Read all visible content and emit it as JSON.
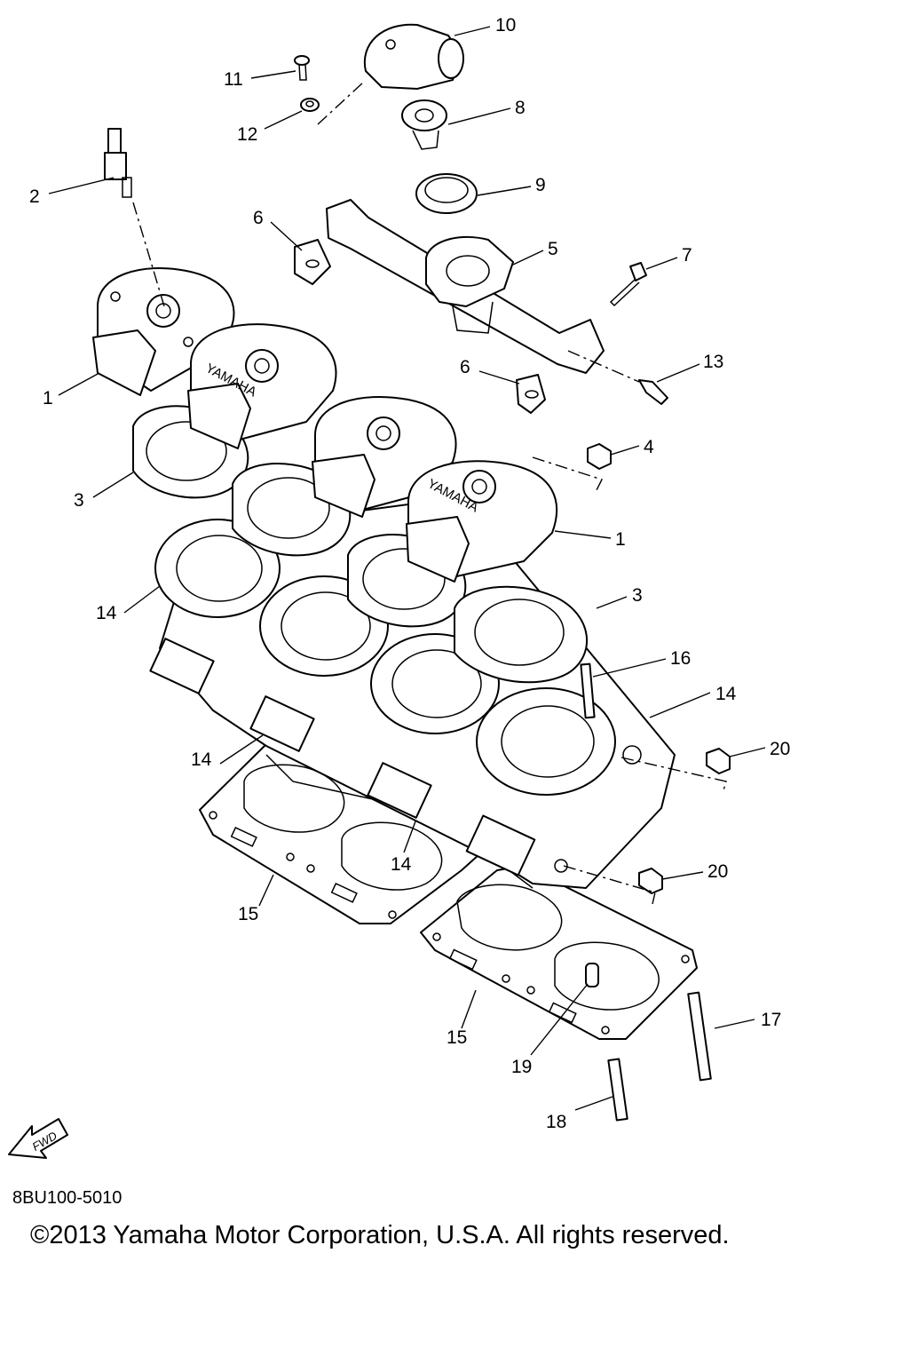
{
  "diagram": {
    "reference_code": "8BU100-5010",
    "copyright": "©2013 Yamaha Motor Corporation, U.S.A. All rights reserved.",
    "brand_mark": "YAMAHA",
    "fwd_label": "FWD",
    "callouts": [
      {
        "key": "c10",
        "text": "10"
      },
      {
        "key": "c11",
        "text": "11"
      },
      {
        "key": "c8",
        "text": "8"
      },
      {
        "key": "c12",
        "text": "12"
      },
      {
        "key": "c2",
        "text": "2"
      },
      {
        "key": "c9",
        "text": "9"
      },
      {
        "key": "c6a",
        "text": "6"
      },
      {
        "key": "c5",
        "text": "5"
      },
      {
        "key": "c7",
        "text": "7"
      },
      {
        "key": "c13",
        "text": "13"
      },
      {
        "key": "c6b",
        "text": "6"
      },
      {
        "key": "c1a",
        "text": "1"
      },
      {
        "key": "c4",
        "text": "4"
      },
      {
        "key": "c3a",
        "text": "3"
      },
      {
        "key": "c1b",
        "text": "1"
      },
      {
        "key": "c14a",
        "text": "14"
      },
      {
        "key": "c3b",
        "text": "3"
      },
      {
        "key": "c16",
        "text": "16"
      },
      {
        "key": "c14b",
        "text": "14"
      },
      {
        "key": "c20a",
        "text": "20"
      },
      {
        "key": "c14c",
        "text": "14"
      },
      {
        "key": "c14d",
        "text": "14"
      },
      {
        "key": "c20b",
        "text": "20"
      },
      {
        "key": "c15a",
        "text": "15"
      },
      {
        "key": "c17",
        "text": "17"
      },
      {
        "key": "c15b",
        "text": "15"
      },
      {
        "key": "c19",
        "text": "19"
      },
      {
        "key": "c18",
        "text": "18"
      }
    ]
  }
}
